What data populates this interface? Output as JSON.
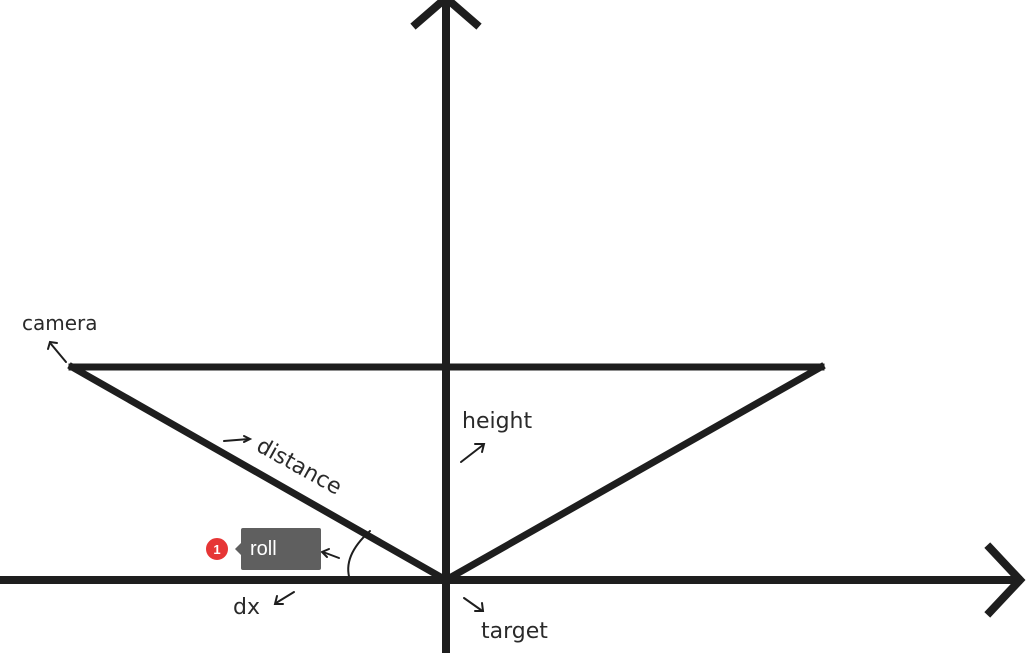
{
  "labels": {
    "camera": "camera",
    "distance": "distance",
    "height": "height",
    "dx": "dx",
    "target": "target"
  },
  "annotation": {
    "number": "1",
    "text": "roll",
    "badge_color": "#e63535",
    "tag_color": "#5f5f5f"
  },
  "colors": {
    "line": "#1e1e1e",
    "background": "#ffffff"
  }
}
